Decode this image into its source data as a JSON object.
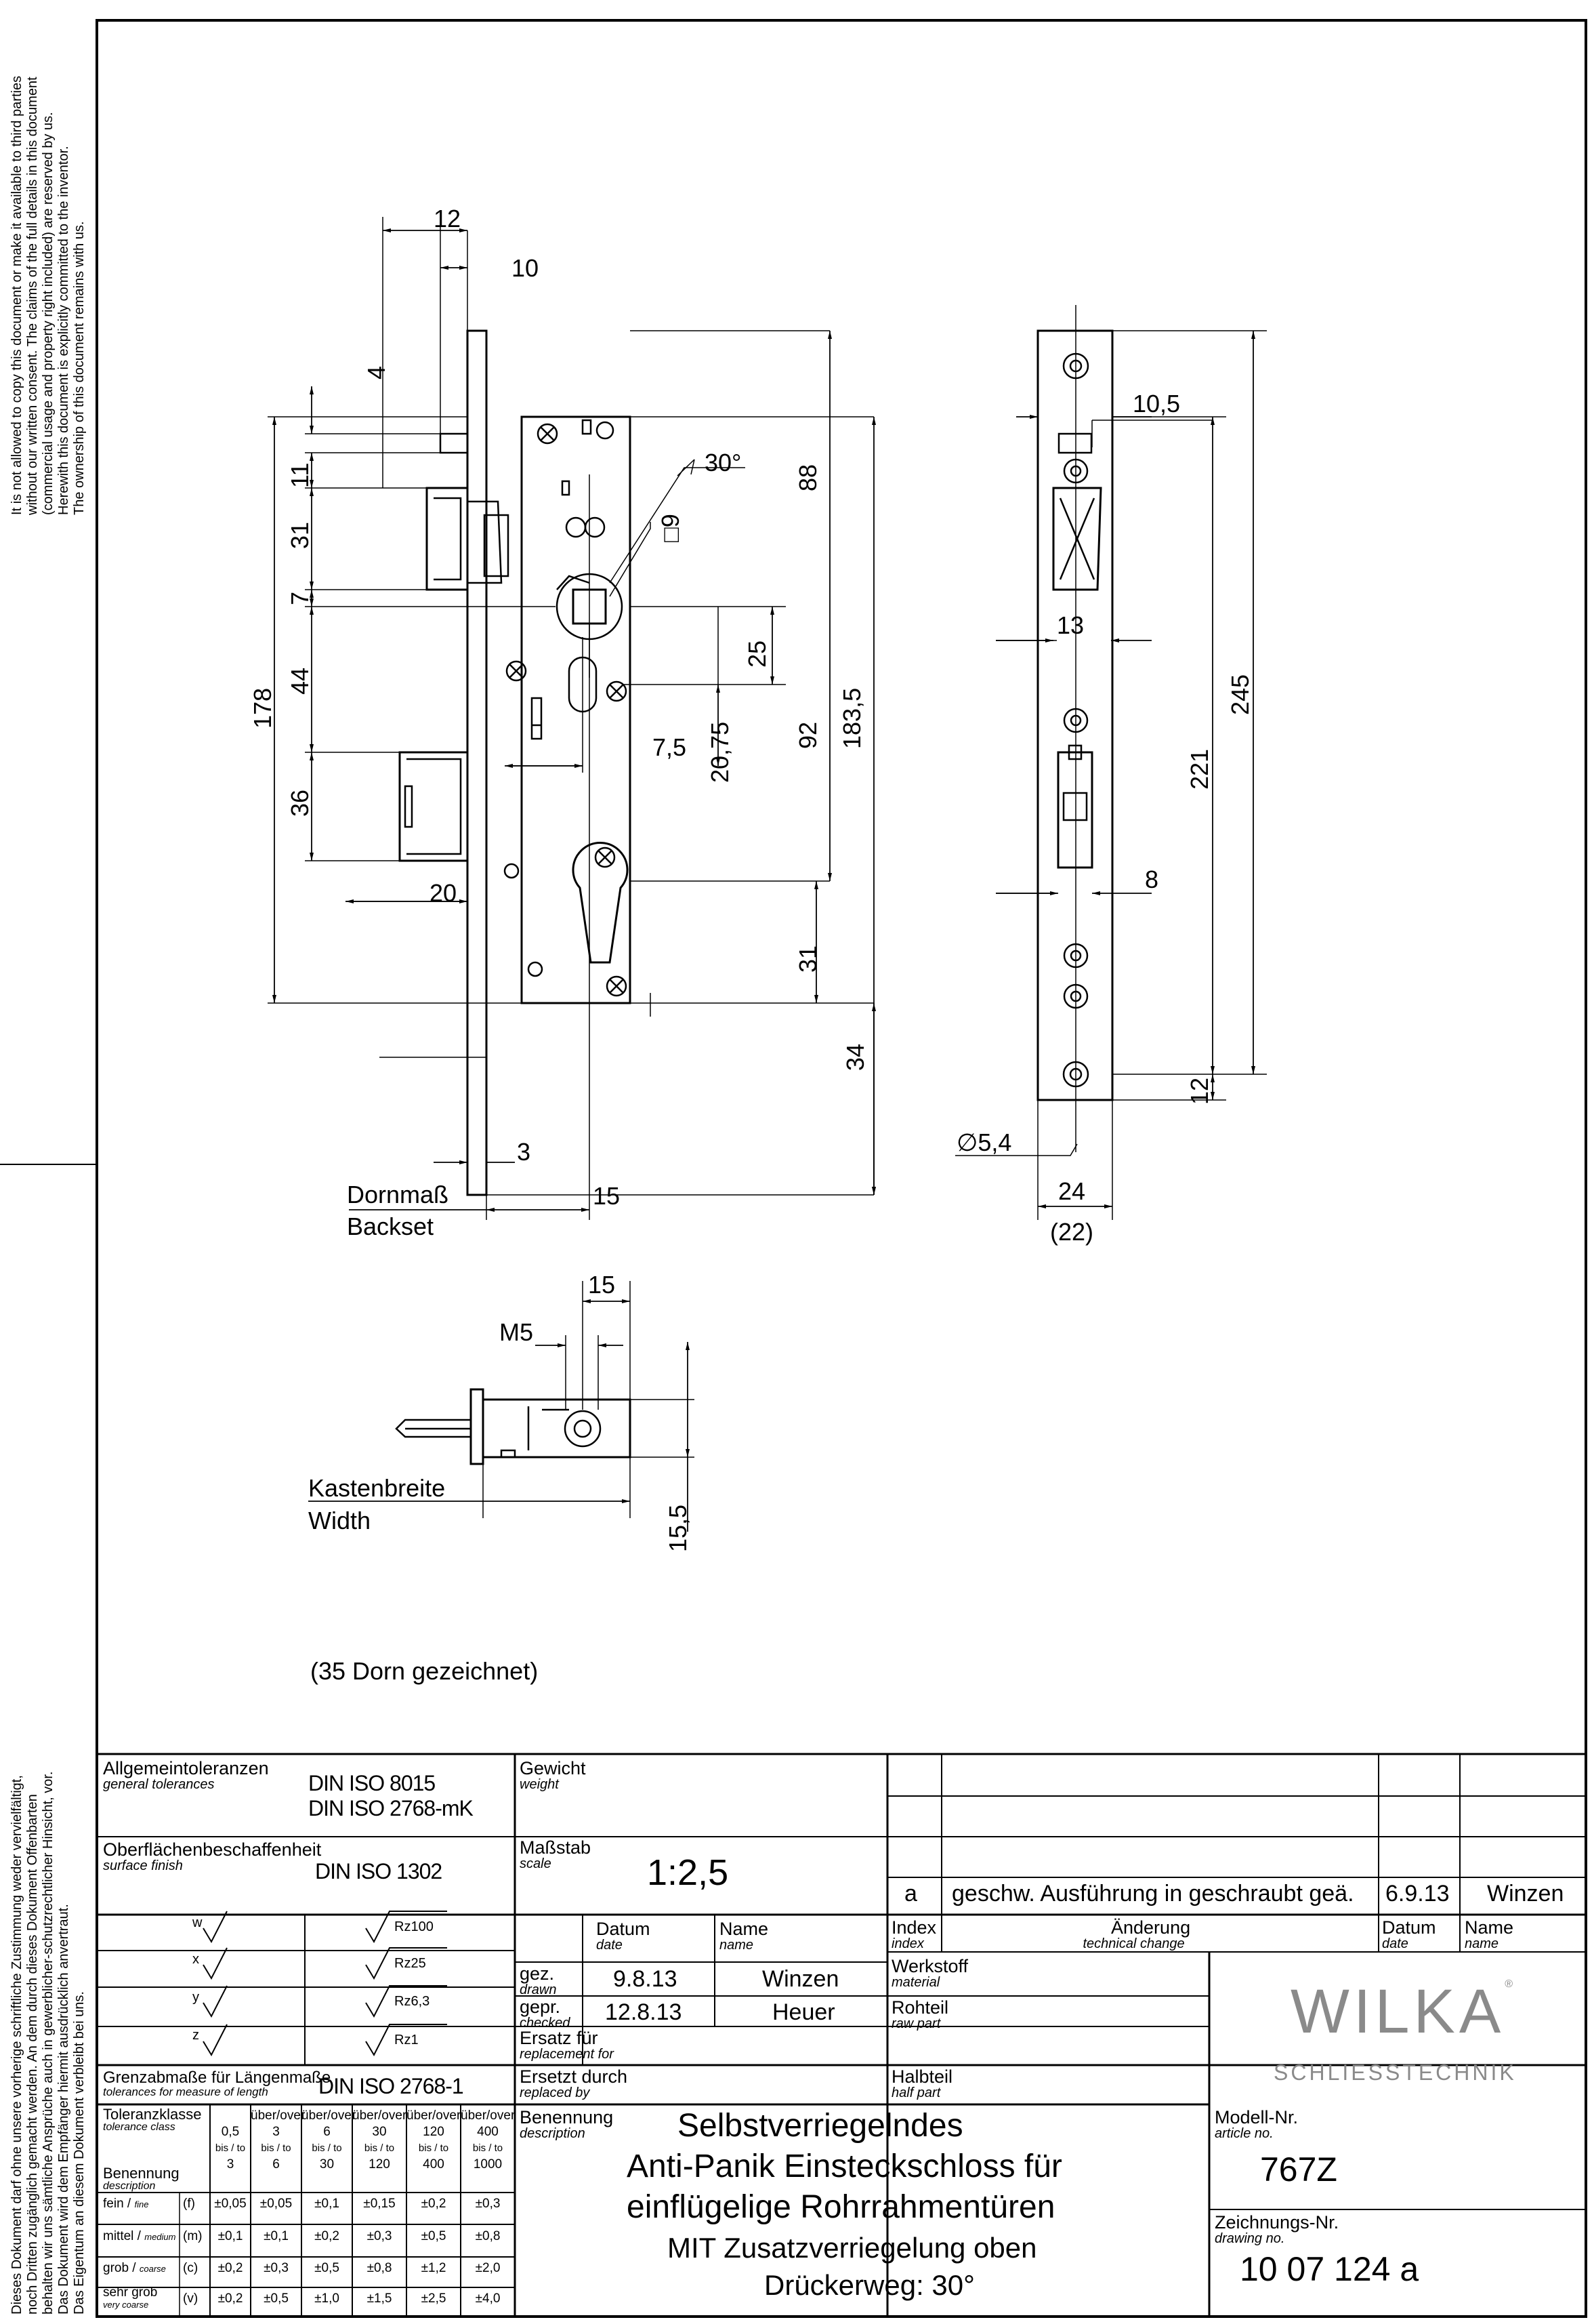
{
  "legal_notice_en": [
    "It is not allowed to copy this document or make it available to third parties",
    "without our written consent. The claims of the full details in this document",
    "(commercial usage and property right included) are reserved by us.",
    "Herewith this document is explicitly committed to the inventor.",
    "The ownership of this document remains with us."
  ],
  "legal_notice_de": [
    "Dieses Dokument darf ohne unsere vorherige schriftliche Zustimmung weder vervielfältigt,",
    "noch Dritten zugänglich gemacht werden. An dem durch dieses Dokument Offenbarten",
    "behalten wir uns sämtliche Ansprüche auch in gewerblicher-schutzrechtlicher Hinsicht, vor.",
    "Das Dokument wird dem Empfänger hiermit ausdrücklich anvertraut.",
    "Das Eigentum an diesem Dokument verbleibt bei uns."
  ],
  "drawing": {
    "dims_front": {
      "d12": "12",
      "d10": "10",
      "d4": "4",
      "d11": "11",
      "d31a": "31",
      "d7": "7",
      "d178": "178",
      "d44": "44",
      "d36": "36",
      "d20": "20",
      "d30deg": "30°",
      "d9sq": "□9",
      "d88": "88",
      "d25": "25",
      "d7_5": "7,5",
      "d20_75": "20,75",
      "d92": "92",
      "d183_5": "183,5",
      "d31b": "31",
      "d34": "34",
      "d3": "3",
      "d15": "15"
    },
    "backset_de": "Dornmaß",
    "backset_en": "Backset",
    "dims_side": {
      "d10_5": "10,5",
      "d13": "13",
      "d245": "245",
      "d221": "221",
      "d8": "8",
      "d12": "12",
      "d5_4": "∅5,4",
      "d24": "24",
      "d22": "(22)"
    },
    "dims_bottom": {
      "d15": "15",
      "dM5": "M5",
      "d15_5": "15,5"
    },
    "width_de": "Kastenbreite",
    "width_en": "Width",
    "note": "(35 Dorn gezeichnet)"
  },
  "title_block": {
    "general_tol_label": "Allgemeintoleranzen",
    "general_tol_sub": "general tolerances",
    "general_tol_std1": "DIN ISO 8015",
    "general_tol_std2": "DIN ISO 2768-mK",
    "surface_label": "Oberflächenbeschaffenheit",
    "surface_sub": "surface finish",
    "surface_std": "DIN ISO 1302",
    "weight_label": "Gewicht",
    "weight_sub": "weight",
    "scale_label": "Maßstab",
    "scale_sub": "scale",
    "scale_value": "1:2,5",
    "rough": [
      {
        "sym": "w",
        "rz": "Rz100"
      },
      {
        "sym": "x",
        "rz": "Rz25"
      },
      {
        "sym": "y",
        "rz": "Rz6,3"
      },
      {
        "sym": "z",
        "rz": "Rz1"
      }
    ],
    "length_tol_label": "Grenzabmaße für Längenmaße",
    "length_tol_sub": "tolerances for measure of length",
    "length_tol_std": "DIN ISO 2768-1",
    "tolclass_label": "Toleranzklasse",
    "tolclass_sub": "tolerance class",
    "benennung_label": "Benennung",
    "benennung_sub": "description",
    "tol_headers": [
      [
        "",
        "0,5",
        "bis / to",
        "3"
      ],
      [
        "über/over",
        "3",
        "bis / to",
        "6"
      ],
      [
        "über/over",
        "6",
        "bis / to",
        "30"
      ],
      [
        "über/over",
        "30",
        "bis / to",
        "120"
      ],
      [
        "über/over",
        "120",
        "bis / to",
        "400"
      ],
      [
        "über/over",
        "400",
        "bis / to",
        "1000"
      ]
    ],
    "tol_rows": [
      {
        "name": "fein / ",
        "name_en": "fine",
        "code": "(f)",
        "vals": [
          "±0,05",
          "±0,05",
          "±0,1",
          "±0,15",
          "±0,2",
          "±0,3"
        ]
      },
      {
        "name": "mittel / ",
        "name_en": "medium",
        "code": "(m)",
        "vals": [
          "±0,1",
          "±0,1",
          "±0,2",
          "±0,3",
          "±0,5",
          "±0,8"
        ]
      },
      {
        "name": "grob / ",
        "name_en": "coarse",
        "code": "(c)",
        "vals": [
          "±0,2",
          "±0,3",
          "±0,5",
          "±0,8",
          "±1,2",
          "±2,0"
        ]
      },
      {
        "name": "sehr grob",
        "name_en": "very coarse",
        "code": "(v)",
        "vals": [
          "±0,2",
          "±0,5",
          "±1,0",
          "±1,5",
          "±2,5",
          "±4,0"
        ]
      }
    ],
    "datum_label": "Datum",
    "datum_sub": "date",
    "name_label": "Name",
    "name_sub": "name",
    "drawn_label": "gez.",
    "drawn_sub": "drawn",
    "drawn_date": "9.8.13",
    "drawn_name": "Winzen",
    "checked_label": "gepr.",
    "checked_sub": "checked",
    "checked_date": "12.8.13",
    "checked_name": "Heuer",
    "replacement_for_label": "Ersatz für",
    "replacement_for_sub": "replacement for",
    "replaced_by_label": "Ersetzt durch",
    "replaced_by_sub": "replaced by",
    "description_label": "Benennung",
    "description_sub": "description",
    "title_lines": [
      "Selbstverriegelndes",
      "Anti-Panik Einsteckschloss für",
      "einflügelige Rohrrahmentüren",
      "MIT Zusatzverriegelung oben",
      "Drückerweg: 30°"
    ],
    "rev_index": "a",
    "rev_change": "geschw. Ausführung in geschraubt geä.",
    "rev_date": "6.9.13",
    "rev_name": "Winzen",
    "index_label": "Index",
    "index_sub": "index",
    "change_label": "Änderung",
    "change_sub": "technical change",
    "material_label": "Werkstoff",
    "material_sub": "material",
    "rawpart_label": "Rohteil",
    "rawpart_sub": "raw part",
    "halfpart_label": "Halbteil",
    "halfpart_sub": "half part",
    "logo_text": "WILKA",
    "logo_sub": "SCHLIESSTECHNIK",
    "model_label": "Modell-Nr.",
    "model_sub": "article no.",
    "model_value": "767Z",
    "drawing_no_label": "Zeichnungs-Nr.",
    "drawing_no_sub": "drawing no.",
    "drawing_no_value": "10 07 124 a"
  }
}
